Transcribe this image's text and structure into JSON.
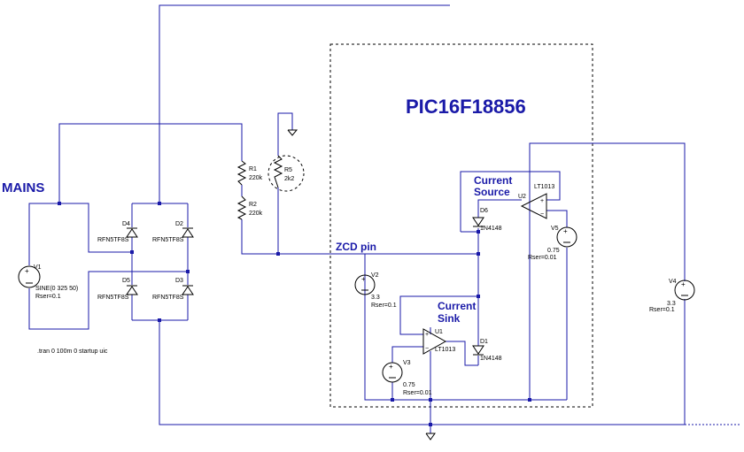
{
  "labels": {
    "title": "PIC16F18856",
    "mains": "MAINS",
    "zcd": "ZCD pin",
    "current_source_1": "Current",
    "current_source_2": "Source",
    "current_sink_1": "Current",
    "current_sink_2": "Sink",
    "tran": ".tran 0 100m 0 startup uic"
  },
  "components": {
    "v1": {
      "name": "V1",
      "value": "SINE(0 325 50)",
      "rser": "Rser=0.1"
    },
    "v2": {
      "name": "V2",
      "value": "3.3",
      "rser": "Rser=0.1"
    },
    "v3": {
      "name": "V3",
      "value": "0.75",
      "rser": "Rser=0.01"
    },
    "v4": {
      "name": "V4",
      "value": "3.3",
      "rser": "Rser=0.1"
    },
    "v5": {
      "name": "V5",
      "value": "0.75",
      "rser": "Rser=0.01"
    },
    "r1": {
      "name": "R1",
      "value": "220k"
    },
    "r2": {
      "name": "R2",
      "value": "220k"
    },
    "r5": {
      "name": "R5",
      "value": "2k2"
    },
    "d1": {
      "name": "D1",
      "value": "1N4148"
    },
    "d2": {
      "name": "D2",
      "value": "RFN5TF8S"
    },
    "d3": {
      "name": "D3",
      "value": "RFN5TF8S"
    },
    "d4": {
      "name": "D4",
      "value": "RFN5TF8S"
    },
    "d5": {
      "name": "D5",
      "value": "RFN5TF8S"
    },
    "d6": {
      "name": "D6",
      "value": "1N4148"
    },
    "u1": {
      "name": "U1",
      "value": "LT1013"
    },
    "u2": {
      "name": "U2",
      "value": "LT1013"
    }
  },
  "colors": {
    "wire": "#1a1aa8",
    "part": "#000000",
    "background": "#ffffff"
  }
}
